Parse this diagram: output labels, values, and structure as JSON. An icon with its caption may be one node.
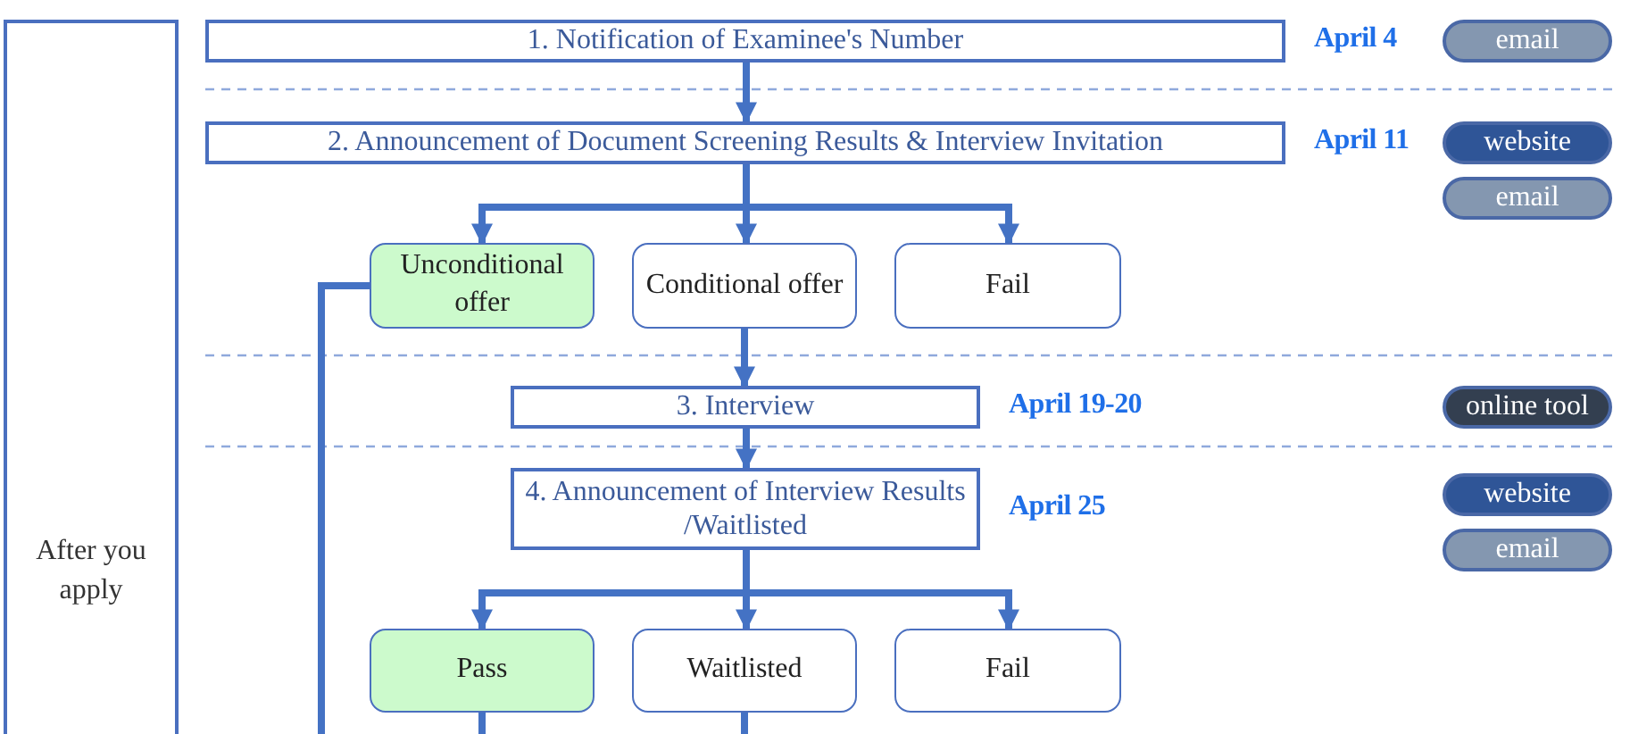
{
  "diagram": {
    "nodes": [
      {
        "text": [
          "After you apply"
        ]
      },
      {
        "text": [
          "1. Notification of Examinee's Number"
        ],
        "beside": [
          "April 4"
        ]
      },
      {
        "text": [
          "2. Announcement of Document Screening Results & Interview Invitation"
        ],
        "beside": [
          "April 11"
        ]
      },
      {
        "text": [
          "Unconditional offer"
        ]
      },
      {
        "text": [
          "Conditional offer"
        ]
      },
      {
        "text": [
          "Fail"
        ]
      },
      {
        "text": [
          "3. Interview"
        ],
        "beside": [
          "April 19-20"
        ]
      },
      {
        "text": [
          "4. Announcement of Interview Results /Waitlisted"
        ],
        "beside": [
          "April 25"
        ]
      },
      {
        "text": [
          "Pass"
        ]
      },
      {
        "text": [
          "Waitlisted"
        ]
      },
      {
        "text": [
          "Fail"
        ]
      },
      {
        "text": [
          "email"
        ]
      },
      {
        "text": [
          "website"
        ]
      },
      {
        "text": [
          "email"
        ]
      },
      {
        "text": [
          "online tool"
        ]
      },
      {
        "text": [
          "website"
        ]
      },
      {
        "text": [
          "email"
        ]
      }
    ],
    "edges": [
      {
        "from": 1,
        "to": 2,
        "arrow": "to"
      },
      {
        "from": 2,
        "to": 3,
        "arrow": "to"
      },
      {
        "from": 2,
        "to": 4,
        "arrow": "to"
      },
      {
        "from": 2,
        "to": 5,
        "arrow": "to"
      },
      {
        "from": 3,
        "to": null,
        "arrow": "none"
      },
      {
        "from": 4,
        "to": 6,
        "arrow": "to"
      },
      {
        "from": 6,
        "to": 7,
        "arrow": "to"
      },
      {
        "from": 7,
        "to": 8,
        "arrow": "to"
      },
      {
        "from": 7,
        "to": 9,
        "arrow": "to"
      },
      {
        "from": 7,
        "to": 10,
        "arrow": "to"
      },
      {
        "from": 8,
        "to": null,
        "arrow": "none"
      },
      {
        "from": 9,
        "to": null,
        "arrow": "none"
      }
    ]
  }
}
